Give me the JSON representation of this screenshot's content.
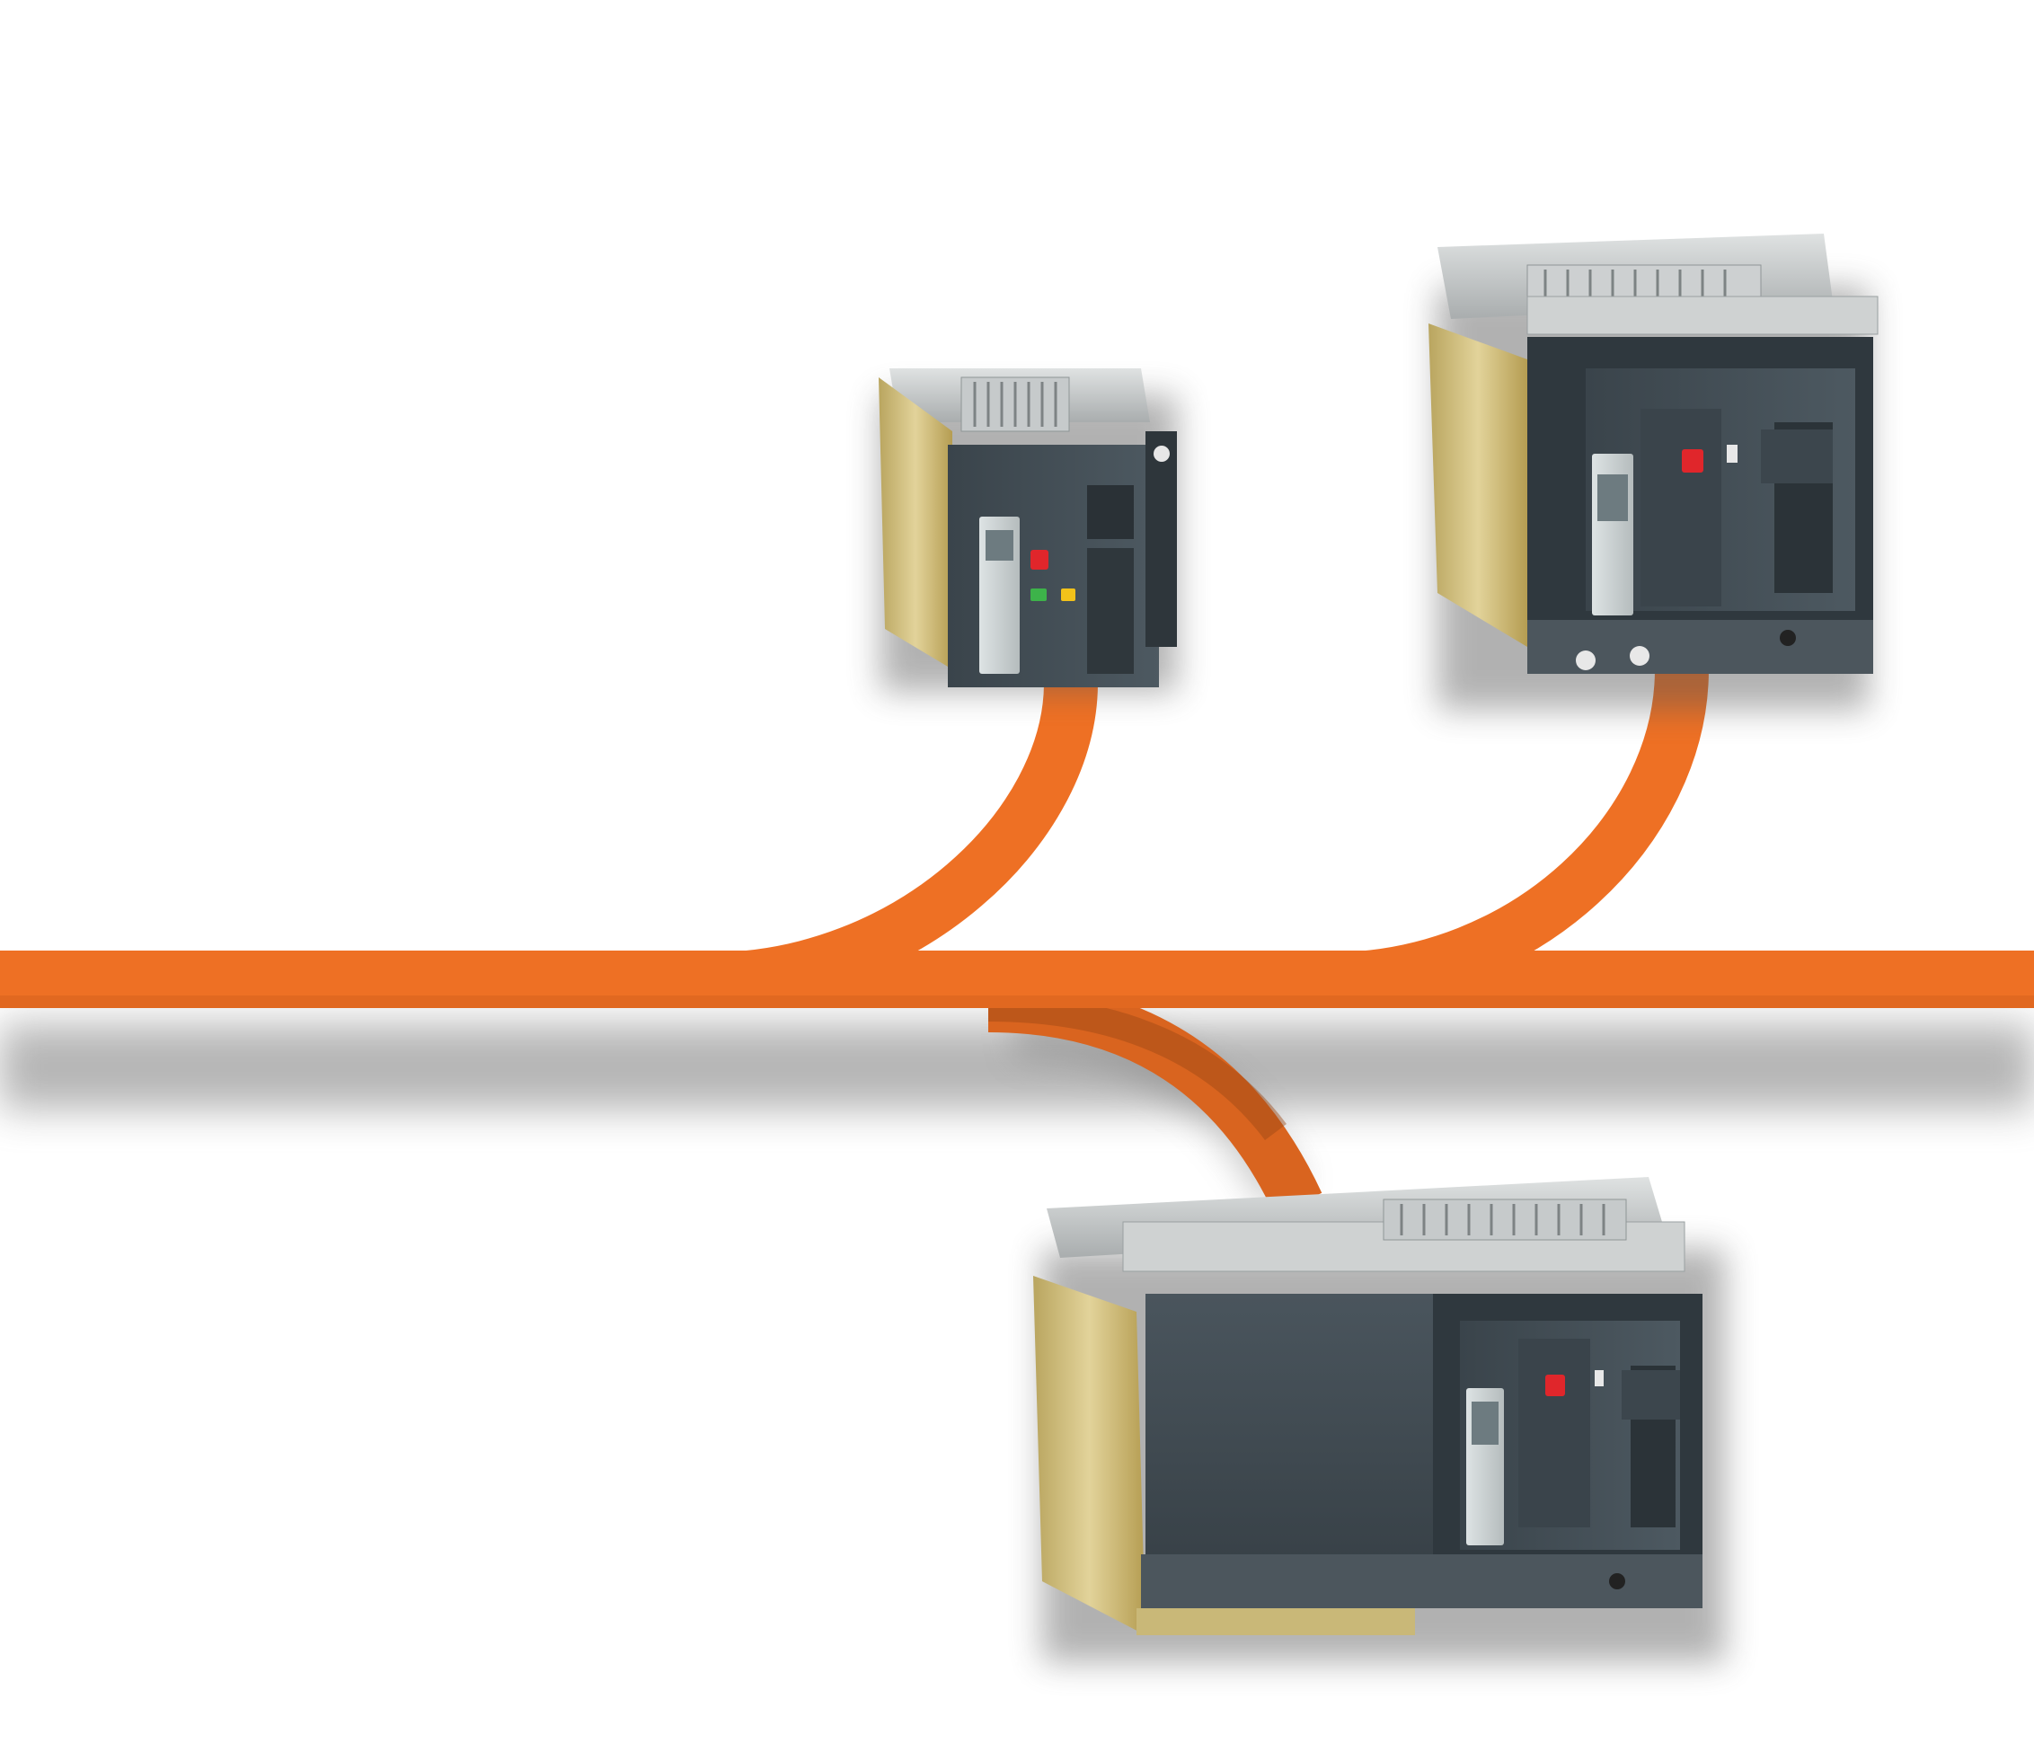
{
  "scene": {
    "background": "#ffffff",
    "accent": "#ee7024",
    "accent_shadow": "#b8531a",
    "housing_color": "#3f4a52",
    "frame_color": "#c9b878",
    "terminal_color": "#cfd2d2",
    "indicator_red": "#e0262b",
    "indicator_green": "#3db34a",
    "indicator_yellow": "#f2c21a"
  },
  "breakers": [
    {
      "id": "small",
      "size_class": "compact"
    },
    {
      "id": "medium",
      "size_class": "3-pole"
    },
    {
      "id": "large",
      "size_class": "4-pole"
    }
  ]
}
